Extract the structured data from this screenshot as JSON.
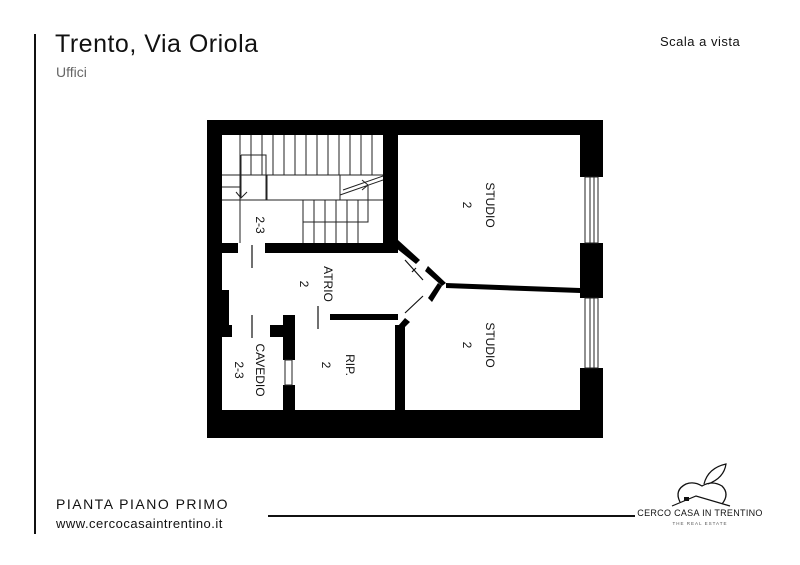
{
  "header": {
    "title": "Trento, Via Oriola",
    "subtitle": "Uffici",
    "scale": "Scala a vista"
  },
  "footer": {
    "plan_title": "PIANTA PIANO PRIMO",
    "url": "www.cercocasaintrentino.it"
  },
  "logo": {
    "name": "CERCO CASA IN TRENTINO",
    "tagline": "THE REAL ESTATE"
  },
  "rooms": [
    {
      "name": "STUDIO",
      "level": "2"
    },
    {
      "name": "STUDIO",
      "level": "2"
    },
    {
      "name": "ATRIO",
      "level": "2"
    },
    {
      "name": "RIP.",
      "level": "2"
    },
    {
      "name": "CAVEDIO",
      "level": "2-3"
    },
    {
      "name": "",
      "level": "2-3"
    }
  ]
}
